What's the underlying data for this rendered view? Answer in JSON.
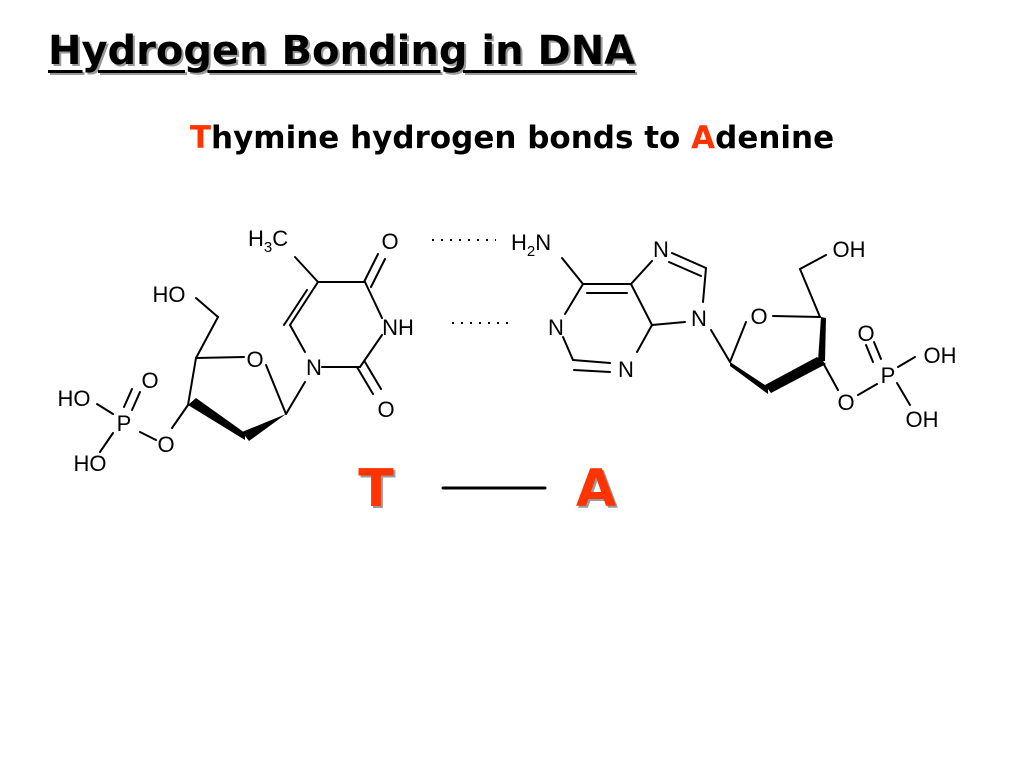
{
  "title": "Hydrogen Bonding in DNA",
  "subtitle": {
    "t_letter": "T",
    "t_rest": "hymine hydrogen bonds to ",
    "a_letter": "A",
    "a_rest": "denine"
  },
  "pair": {
    "left": "T",
    "right": "A"
  },
  "colors": {
    "accent": "#ff3300",
    "text": "#000000",
    "shadow": "#9a9a9a"
  },
  "thymine": {
    "methyl": "H",
    "methyl_sub": "3",
    "methyl_c": "C",
    "o_top": "O",
    "nh": "NH",
    "n1": "N",
    "o_bottom": "O",
    "ring_o": "O",
    "ho_sugar": "HO",
    "phosphate": {
      "ho_top": "HO",
      "ho_bottom": "HO",
      "p": "P",
      "o_double": "O",
      "o_link": "O"
    }
  },
  "adenine": {
    "amine": "H",
    "amine_sub": "2",
    "amine_n": "N",
    "n7": "N",
    "n9": "N",
    "n1": "N",
    "n3": "N",
    "ring_o": "O",
    "oh_sugar": "OH",
    "phosphate": {
      "o_double": "O",
      "oh_top": "OH",
      "p": "P",
      "o_link": "O",
      "oh_bottom": "OH"
    }
  }
}
